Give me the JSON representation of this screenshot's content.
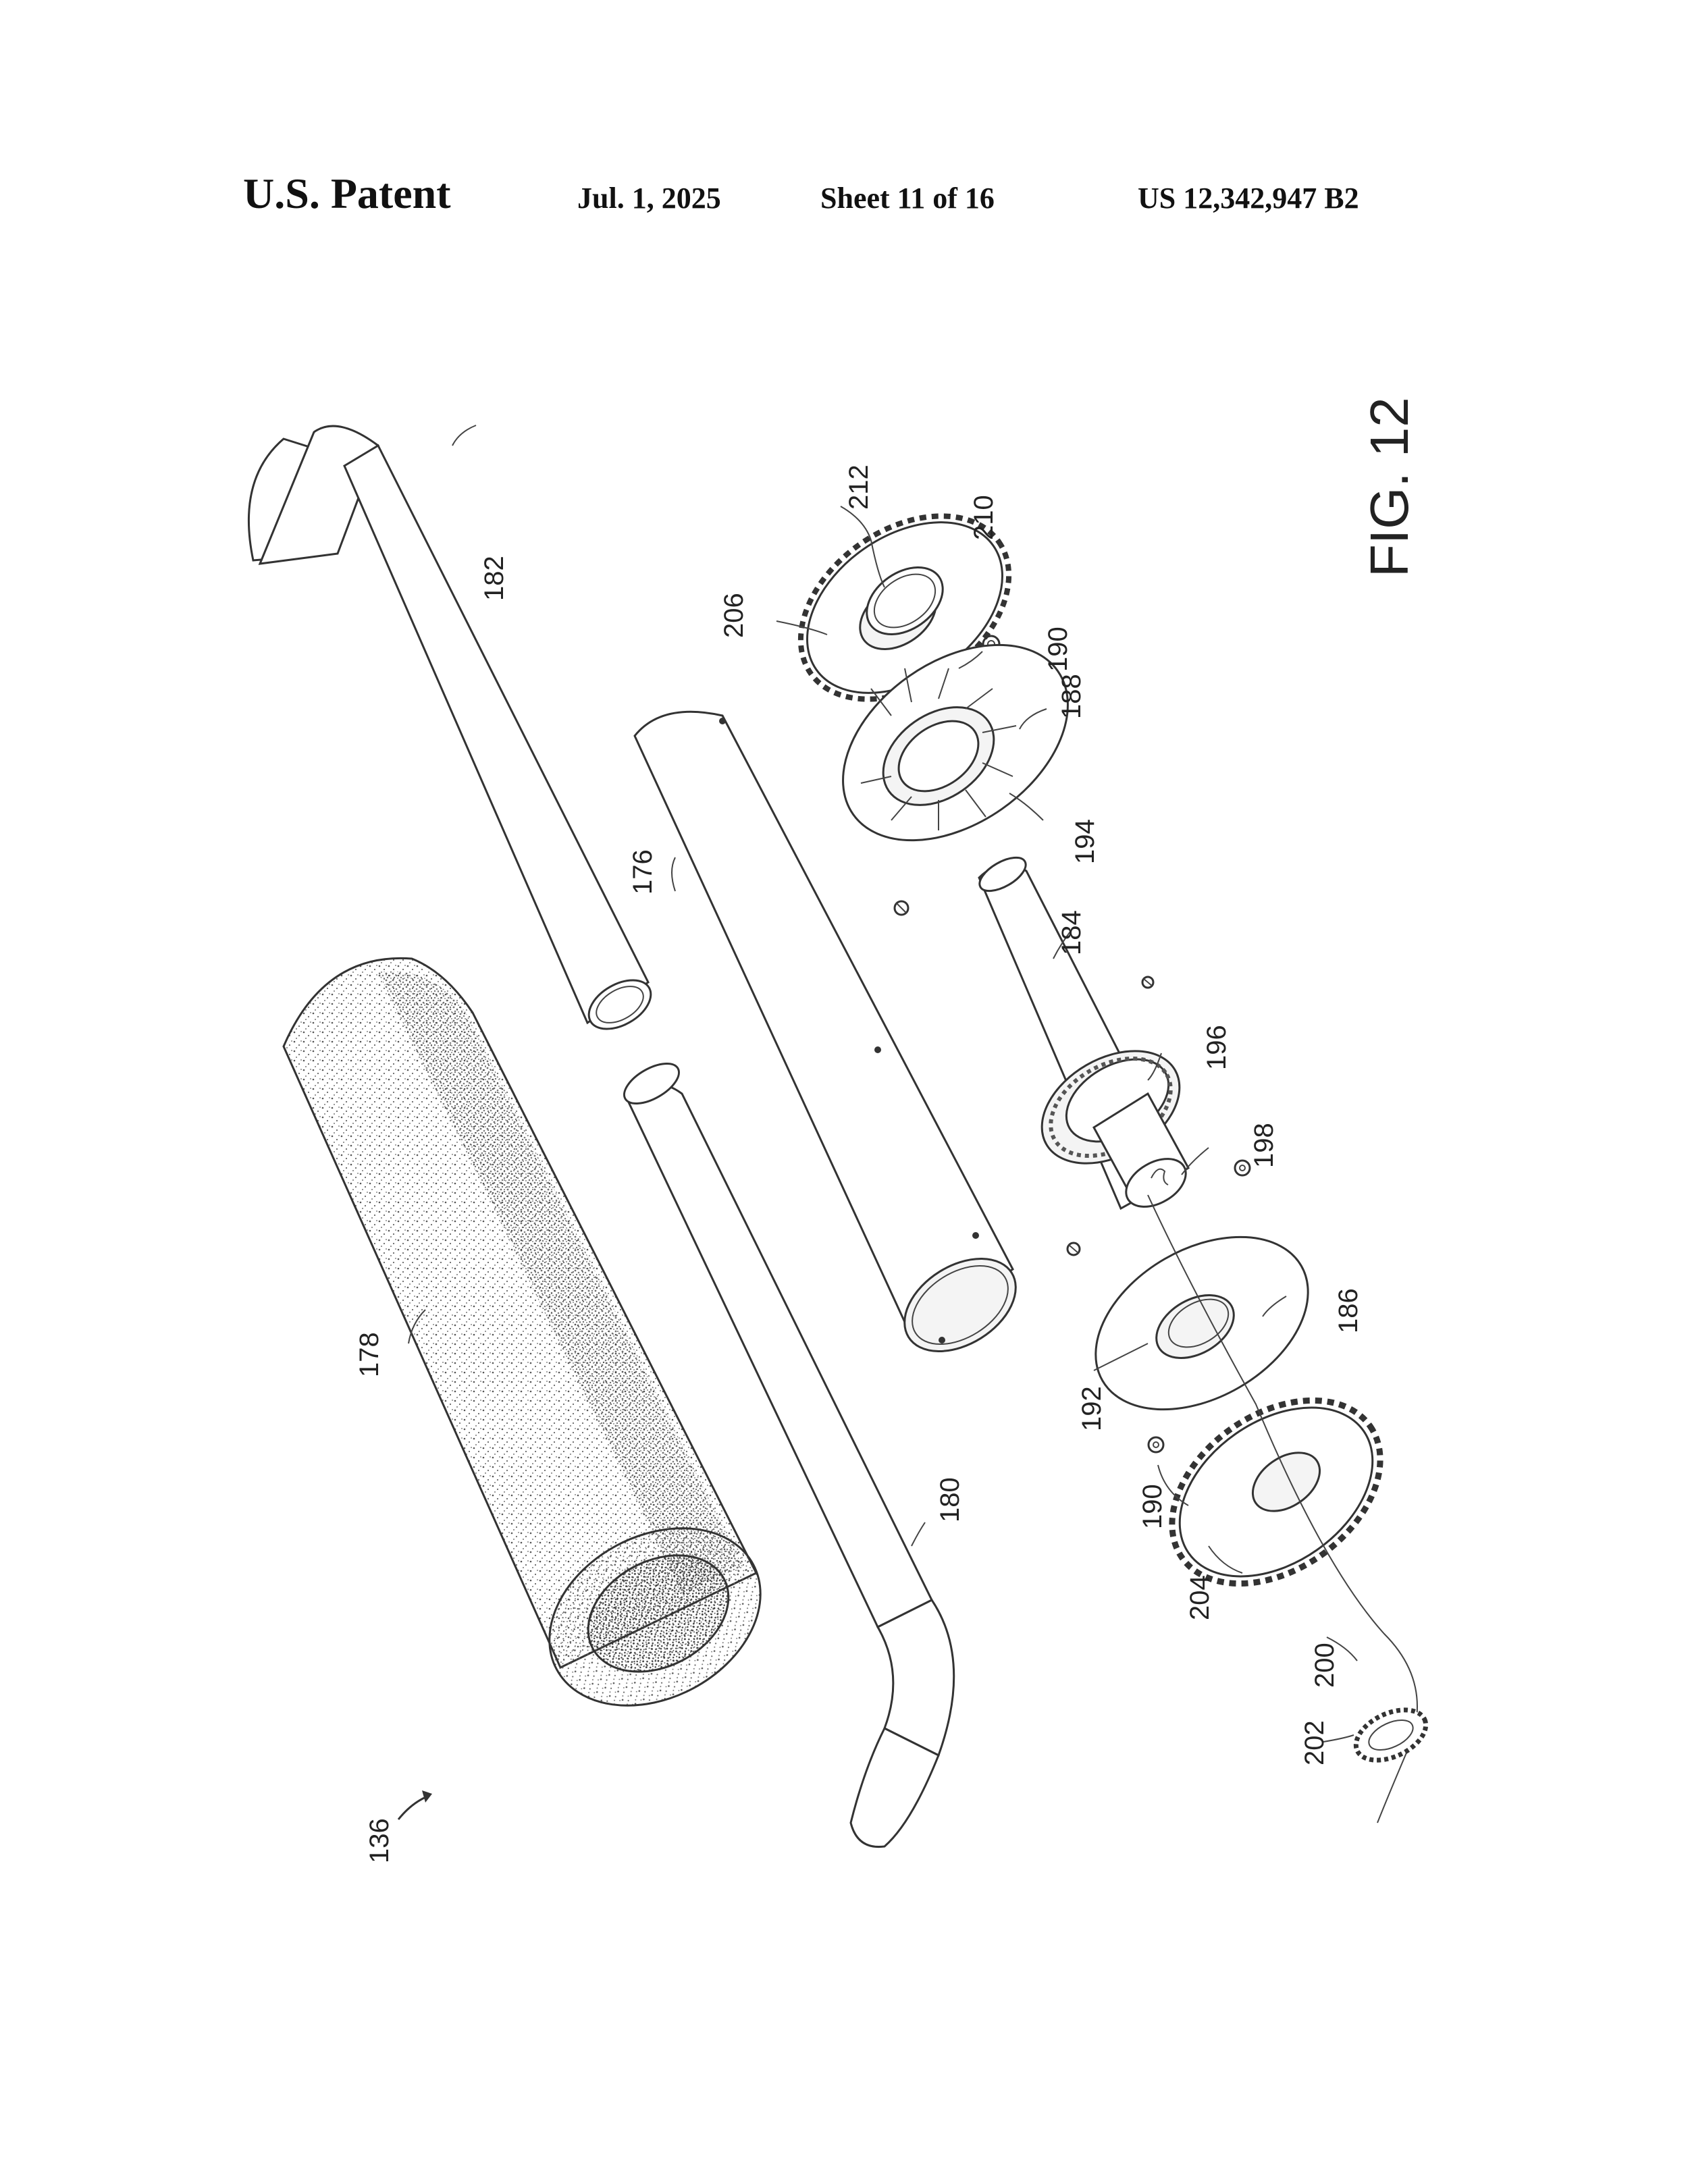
{
  "header": {
    "title": "U.S. Patent",
    "date": "Jul. 1, 2025",
    "sheet": "Sheet 11 of 16",
    "patent_number": "US 12,342,947 B2"
  },
  "figure": {
    "label": "FIG. 12",
    "assembly_ref": "136"
  },
  "parts": {
    "p176": "176",
    "p178": "178",
    "p180": "180",
    "p182": "182",
    "p184": "184",
    "p186": "186",
    "p188": "188",
    "p190a": "190",
    "p190b": "190",
    "p192": "192",
    "p194": "194",
    "p196": "196",
    "p198": "198",
    "p200": "200",
    "p202": "202",
    "p204": "204",
    "p206": "206",
    "p210": "210",
    "p212": "212"
  }
}
